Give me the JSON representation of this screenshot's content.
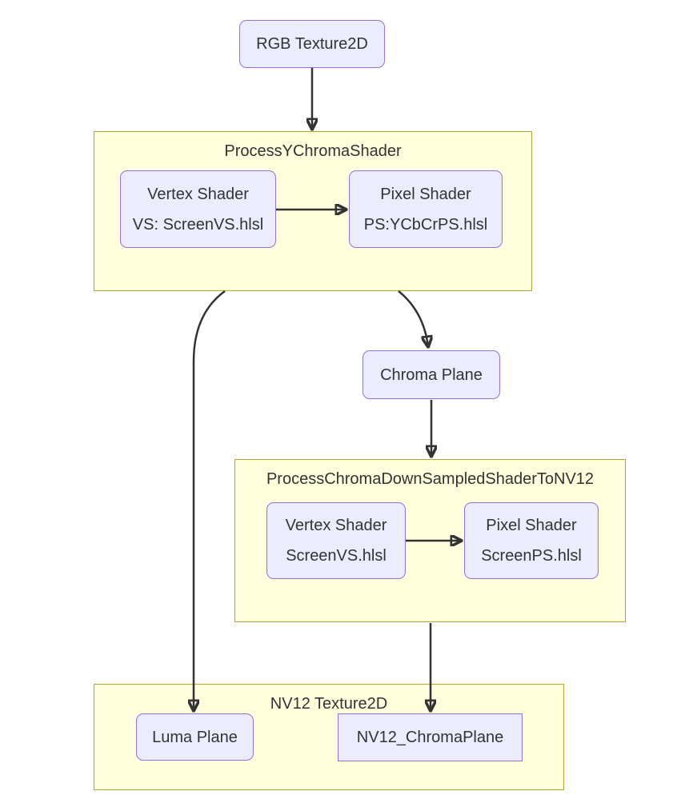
{
  "diagram": {
    "type": "flowchart",
    "colors": {
      "node_fill": "#ECECFF",
      "node_border": "#9370DB",
      "cluster_fill": "#FFFFDE",
      "cluster_border": "#AAAA33",
      "edge": "#333333",
      "text": "#333333",
      "background": "#FFFFFF"
    },
    "nodes": {
      "rgb_texture2d": {
        "label": "RGB Texture2D"
      },
      "vertex_shader_1": {
        "lines": [
          "Vertex Shader",
          "VS: ScreenVS.hlsl"
        ]
      },
      "pixel_shader_1": {
        "lines": [
          "Pixel Shader",
          "PS:YCbCrPS.hlsl"
        ]
      },
      "chroma_plane": {
        "label": "Chroma Plane"
      },
      "vertex_shader_2": {
        "lines": [
          "Vertex Shader",
          "ScreenVS.hlsl"
        ]
      },
      "pixel_shader_2": {
        "lines": [
          "Pixel Shader",
          "ScreenPS.hlsl"
        ]
      },
      "luma_plane": {
        "label": "Luma Plane"
      },
      "nv12_chroma_plane": {
        "label": "NV12_ChromaPlane"
      }
    },
    "clusters": {
      "process_y_chroma_shader": {
        "title": "ProcessYChromaShader"
      },
      "process_chroma_downsampled": {
        "title": "ProcessChromaDownSampledShaderToNV12"
      },
      "nv12_texture2d": {
        "title": "NV12 Texture2D"
      }
    },
    "edges": [
      {
        "from": "RGB Texture2D",
        "to": "ProcessYChromaShader"
      },
      {
        "from": "Vertex Shader VS: ScreenVS.hlsl",
        "to": "Pixel Shader PS:YCbCrPS.hlsl"
      },
      {
        "from": "ProcessYChromaShader",
        "to": "Luma Plane"
      },
      {
        "from": "ProcessYChromaShader",
        "to": "Chroma Plane"
      },
      {
        "from": "Chroma Plane",
        "to": "ProcessChromaDownSampledShaderToNV12"
      },
      {
        "from": "Vertex Shader ScreenVS.hlsl",
        "to": "Pixel Shader ScreenPS.hlsl"
      },
      {
        "from": "ProcessChromaDownSampledShaderToNV12",
        "to": "NV12_ChromaPlane"
      }
    ]
  }
}
